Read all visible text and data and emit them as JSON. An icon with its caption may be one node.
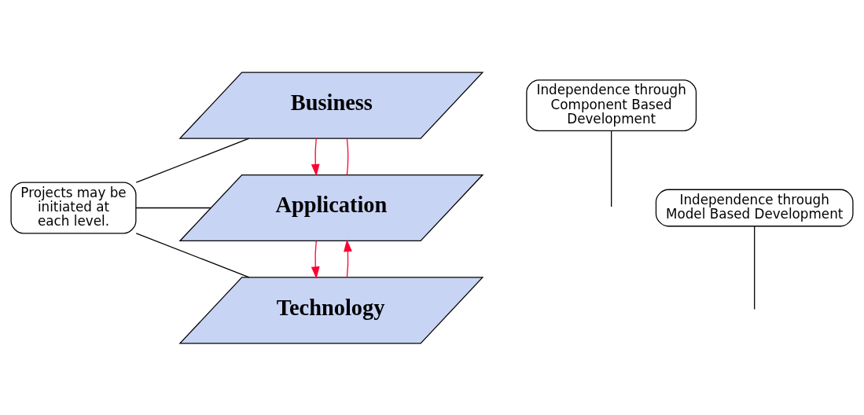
{
  "diagram": {
    "nodes": [
      {
        "text": [
          "Business"
        ]
      },
      {
        "text": [
          "Application"
        ]
      },
      {
        "text": [
          "Technology"
        ]
      },
      {
        "text": [
          "Projects may be initiated at each level."
        ]
      },
      {
        "text": [
          "Independence through Component Based Development"
        ]
      },
      {
        "text": [
          "Independence through Model Based Development"
        ]
      }
    ],
    "edges": [
      {
        "from": 0,
        "to": 1,
        "arrow": "to",
        "color": "#ff0033"
      },
      {
        "from": 1,
        "to": 0,
        "arrow": "none",
        "color": "#ff0033"
      },
      {
        "from": 1,
        "to": 2,
        "arrow": "to",
        "color": "#ff0033"
      },
      {
        "from": 2,
        "to": 1,
        "arrow": "to",
        "color": "#ff0033"
      },
      {
        "from": 3,
        "to": 0,
        "arrow": "none"
      },
      {
        "from": 3,
        "to": 1,
        "arrow": "none"
      },
      {
        "from": 3,
        "to": 2,
        "arrow": "none"
      },
      {
        "from": 4,
        "to": null,
        "arrow": "none"
      },
      {
        "from": 5,
        "to": null,
        "arrow": "none"
      }
    ]
  }
}
